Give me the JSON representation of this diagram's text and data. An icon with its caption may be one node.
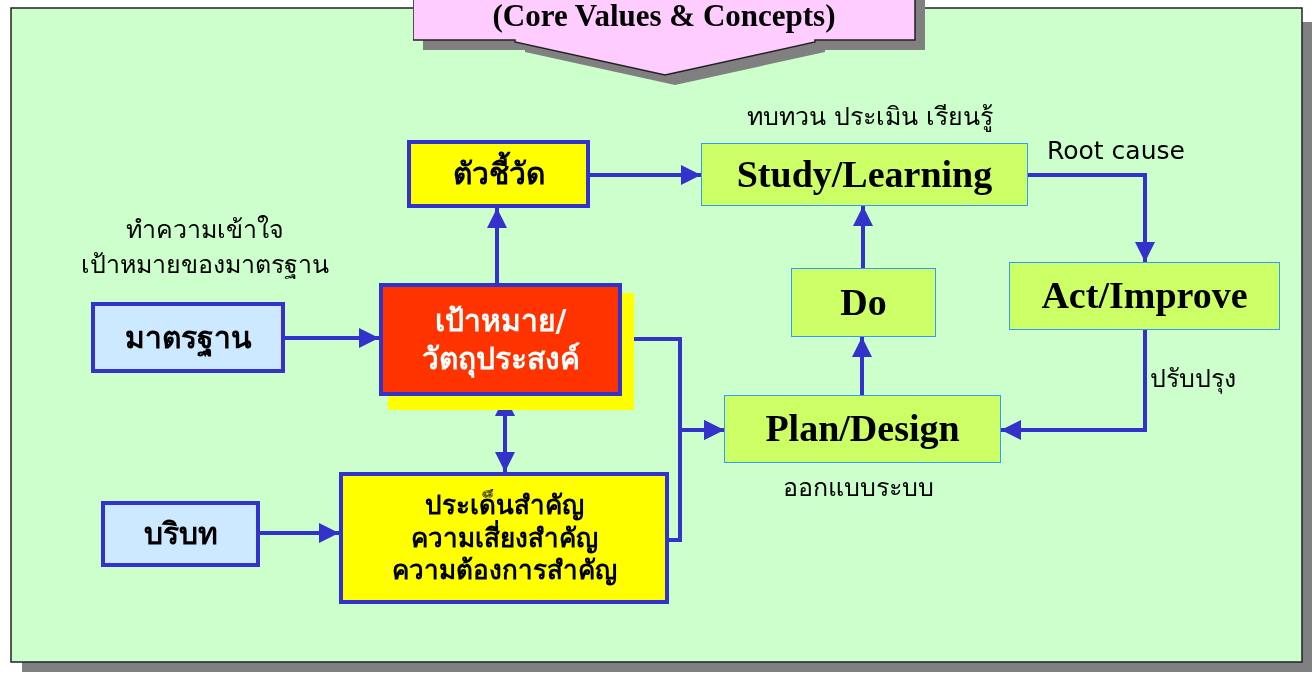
{
  "diagram": {
    "nodes": [
      {
        "text": [
          "(Core Values & Concepts)"
        ]
      },
      {
        "text": [
          "ตัวชี้วัด"
        ]
      },
      {
        "text": [
          "Study/Learning"
        ],
        "beside": [
          "ทบทวน ประเมิน เรียนรู้"
        ]
      },
      {
        "text": [
          "มาตรฐาน"
        ],
        "beside": [
          "ทำความเข้าใจ เป้าหมายของมาตรฐาน"
        ]
      },
      {
        "text": [
          "เป้าหมาย/ วัตถุประสงค์"
        ]
      },
      {
        "text": [
          "Do"
        ]
      },
      {
        "text": [
          "Act/Improve"
        ]
      },
      {
        "text": [
          "Plan/Design"
        ],
        "beside": [
          "ออกแบบระบบ"
        ]
      },
      {
        "text": [
          "บริบท"
        ]
      },
      {
        "text": [
          "ประเด็นสำคัญ ความเสี่ยงสำคัญ ความต้องการสำคัญ"
        ]
      }
    ],
    "edges": [
      {
        "from": 1,
        "to": 2,
        "arrow": "to"
      },
      {
        "from": 2,
        "to": 6,
        "arrow": "to",
        "label": "Root cause"
      },
      {
        "from": 6,
        "to": 7,
        "arrow": "to",
        "label": "ปรับปรุง"
      },
      {
        "from": 7,
        "to": 5,
        "arrow": "to"
      },
      {
        "from": 5,
        "to": 2,
        "arrow": "to"
      },
      {
        "from": 4,
        "to": 1,
        "arrow": "to"
      },
      {
        "from": 3,
        "to": 4,
        "arrow": "to"
      },
      {
        "from": 8,
        "to": 9,
        "arrow": "to"
      },
      {
        "from": 4,
        "to": 9,
        "arrow": "both"
      },
      {
        "from": 4,
        "to": 7,
        "arrow": "to"
      },
      {
        "from": 9,
        "to": 7,
        "arrow": "to"
      }
    ]
  }
}
